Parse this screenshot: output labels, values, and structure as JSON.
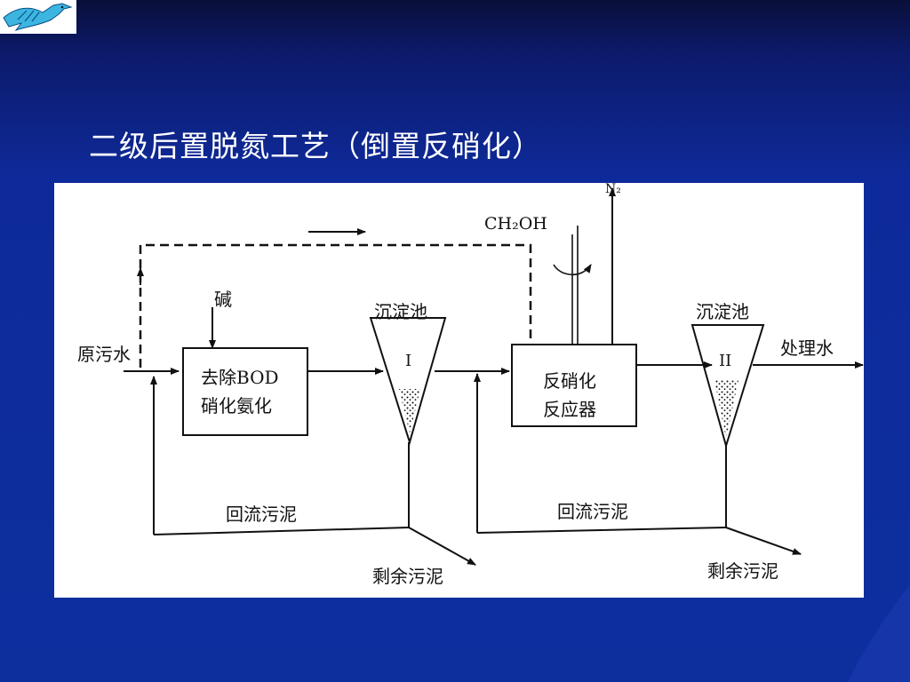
{
  "slide": {
    "title": "二级后置脱氮工艺（倒置反硝化）",
    "background_color": "#0d2f9e",
    "logo_icon": "bird-logo-icon"
  },
  "diagram": {
    "influent": "原污水",
    "alkali": "碱",
    "reactor1": [
      "去除BOD",
      "硝化氨化"
    ],
    "clarifier1_label": "沉淀池",
    "clarifier1_numeral": "I",
    "methanol": "CH₂OH",
    "nitrogen": "N₂",
    "reactor2": [
      "反硝化",
      "反应器"
    ],
    "clarifier2_label": "沉淀池",
    "clarifier2_numeral": "II",
    "effluent": "处理水",
    "return_sludge_1": "回流污泥",
    "return_sludge_2": "回流污泥",
    "excess_sludge_1": "剩余污泥",
    "excess_sludge_2": "剩余污泥"
  }
}
